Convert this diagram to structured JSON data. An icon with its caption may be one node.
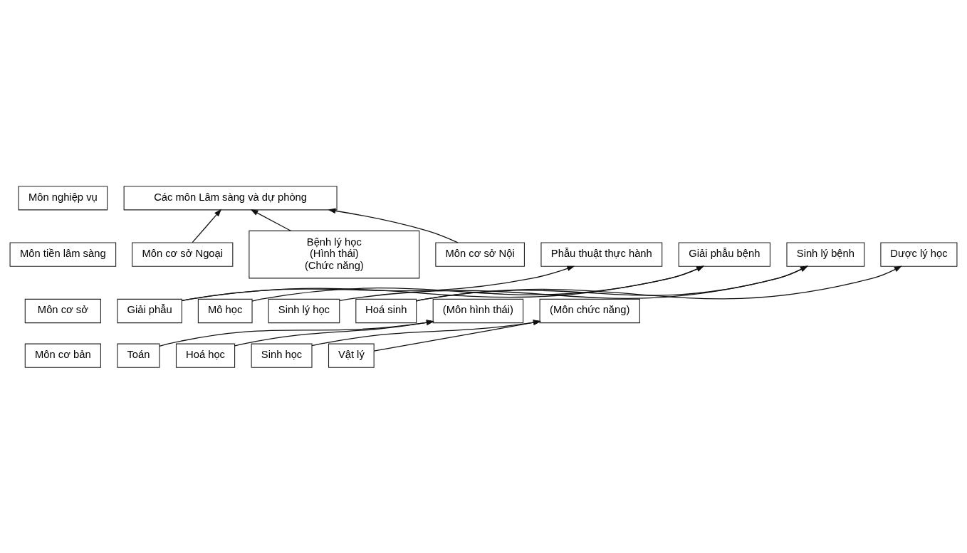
{
  "diagram": {
    "nodes": [
      {
        "text": [
          "Môn nghiệp vụ"
        ]
      },
      {
        "text": [
          "Các môn Lâm sàng và dự phòng"
        ]
      },
      {
        "text": [
          "Môn tiền lâm sàng"
        ]
      },
      {
        "text": [
          "Môn cơ sở Ngoại"
        ]
      },
      {
        "text": [
          "Bệnh lý học",
          "(Hình thái)",
          "(Chức năng)"
        ]
      },
      {
        "text": [
          "Môn cơ sở Nội"
        ]
      },
      {
        "text": [
          "Phẫu thuật thực hành"
        ]
      },
      {
        "text": [
          "Giải phẫu bệnh"
        ]
      },
      {
        "text": [
          "Sinh lý bệnh"
        ]
      },
      {
        "text": [
          "Dược lý học"
        ]
      },
      {
        "text": [
          "Môn cơ sở"
        ]
      },
      {
        "text": [
          "Giải phẫu"
        ]
      },
      {
        "text": [
          "Mô học"
        ]
      },
      {
        "text": [
          "Sinh lý học"
        ]
      },
      {
        "text": [
          "Hoá sinh"
        ]
      },
      {
        "text": [
          "(Môn hình thái)"
        ]
      },
      {
        "text": [
          "(Môn chức năng)"
        ]
      },
      {
        "text": [
          "Môn cơ bản"
        ]
      },
      {
        "text": [
          "Toán"
        ]
      },
      {
        "text": [
          "Hoá học"
        ]
      },
      {
        "text": [
          "Sinh học"
        ]
      },
      {
        "text": [
          "Vật lý"
        ]
      }
    ],
    "edges": [
      {
        "from": 3,
        "to": 1,
        "arrow": "to"
      },
      {
        "from": 4,
        "to": 1,
        "arrow": "to"
      },
      {
        "from": 5,
        "to": 1,
        "arrow": "to"
      },
      {
        "from": 11,
        "to": 6,
        "arrow": "to"
      },
      {
        "from": 11,
        "to": 7,
        "arrow": "to"
      },
      {
        "from": 12,
        "to": 7,
        "arrow": "to"
      },
      {
        "from": 13,
        "to": 8,
        "arrow": "to"
      },
      {
        "from": 14,
        "to": 8,
        "arrow": "to"
      },
      {
        "from": 14,
        "to": 9,
        "arrow": "to"
      },
      {
        "from": 18,
        "to": 15,
        "arrow": "to"
      },
      {
        "from": 19,
        "to": 15,
        "arrow": "to"
      },
      {
        "from": 20,
        "to": 16,
        "arrow": "to"
      },
      {
        "from": 21,
        "to": 16,
        "arrow": "to"
      }
    ]
  }
}
